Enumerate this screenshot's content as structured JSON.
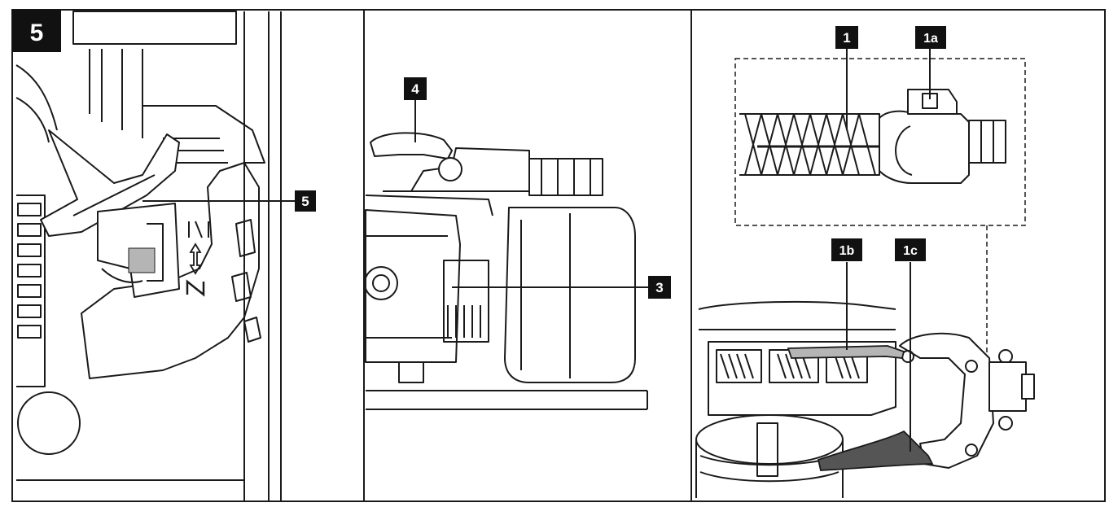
{
  "figure": {
    "step_number": "5",
    "panels": [
      {
        "id": "panel-left",
        "callouts": [
          {
            "label": "5"
          }
        ],
        "symbols": [
          "lock-open-symbol",
          "double-arrow-symbol",
          "lock-closed-symbol"
        ]
      },
      {
        "id": "panel-middle",
        "callouts": [
          {
            "label": "4"
          },
          {
            "label": "3"
          }
        ]
      },
      {
        "id": "panel-right",
        "callouts": [
          {
            "label": "1"
          },
          {
            "label": "1a"
          },
          {
            "label": "1b"
          },
          {
            "label": "1c"
          }
        ]
      }
    ]
  },
  "colors": {
    "line": "#1a1a1a",
    "callout_fill": "#111111",
    "highlight": "#b5b5b5",
    "background": "#ffffff"
  }
}
